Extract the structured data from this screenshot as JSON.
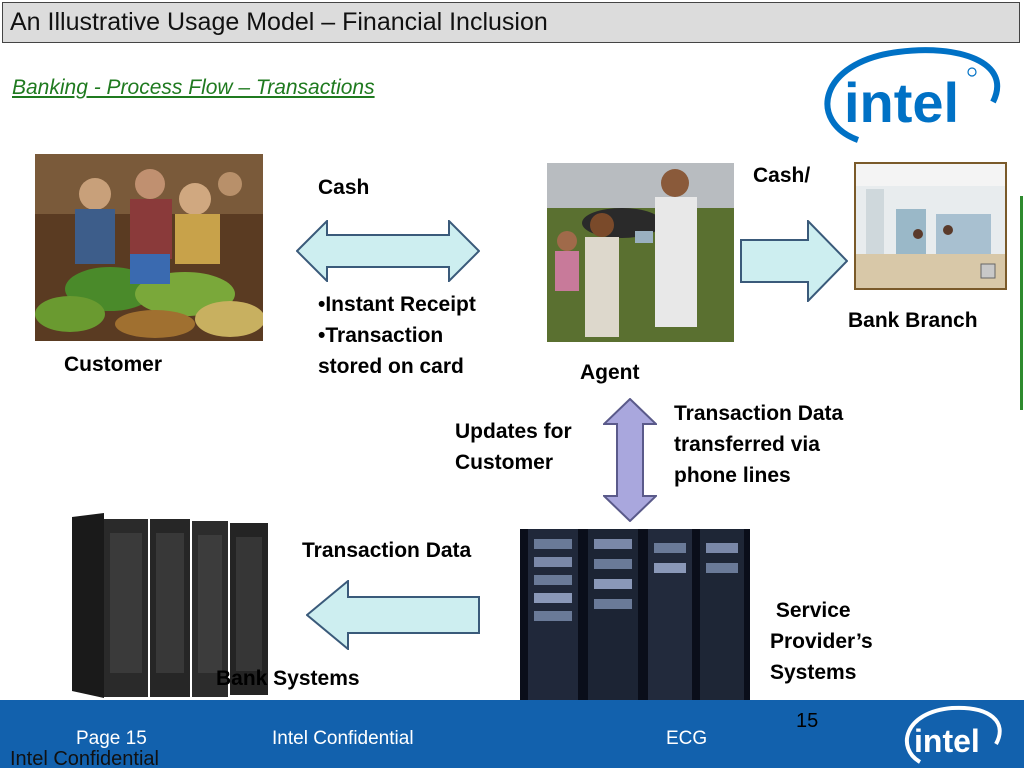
{
  "slide": {
    "title": "An Illustrative Usage Model – Financial Inclusion",
    "subtitle": "Banking - Process Flow –  Transactions"
  },
  "labels": {
    "customer": "Customer",
    "agent": "Agent",
    "bank_branch": "Bank Branch",
    "bank_systems": "Bank Systems",
    "service_providers": [
      " Service",
      "Provider’s",
      "Systems"
    ],
    "cash_top": "Cash",
    "cash_right": "Cash/",
    "receipt_lines": [
      "•Instant Receipt",
      "•Transaction",
      "stored on card"
    ],
    "updates_lines": [
      "Updates for",
      "Customer"
    ],
    "transfer_lines": [
      "Transaction Data",
      "transferred via",
      "phone lines"
    ],
    "transaction_data": "Transaction Data"
  },
  "footer": {
    "page": "Page 15",
    "confidential": "Intel Confidential",
    "org": "ECG",
    "slide_number": "15",
    "bottom_overflow": "Intel Confidential",
    "logo_text": "intel"
  },
  "logo": {
    "text": "intel"
  },
  "colors": {
    "arrow_fill": "#cdeef0",
    "vertical_arrow_fill": "#a9a7dd",
    "footer_bg": "#1261ad",
    "subtitle_green": "#1f7a1f",
    "intel_blue": "#0071c5"
  }
}
